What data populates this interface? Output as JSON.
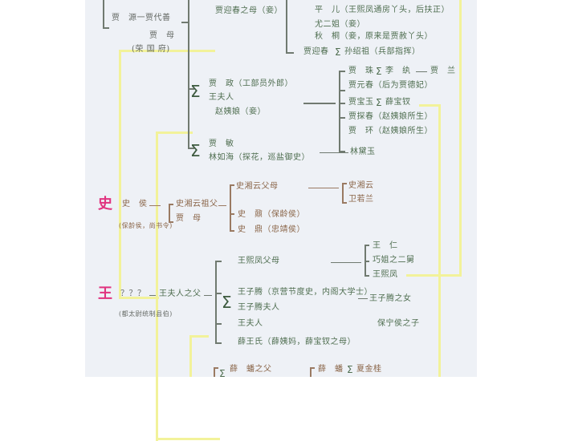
{
  "diagram": {
    "title_hidden": "",
    "families": {
      "shi": {
        "label": "史"
      },
      "wang": {
        "label": "王"
      }
    },
    "jia_top": {
      "jia_yuan": "贾　源一贾代善",
      "jia_mu": "贾　母",
      "jia_mu_note": "(荣 国 府)",
      "yingchun_mother": "贾迎春之母（妾）",
      "ping_er": "平　儿（王熙凤通房丫头，后扶正）",
      "you_erjie": "尤二姐（妾）",
      "qiu_tong": "秋　桐（妾，原来是贾赦丫头）",
      "jia_yingchun": "贾迎春",
      "sun_shaozu": "孙绍祖（兵部指挥）"
    },
    "jia_zheng_branch": {
      "jia_zheng": "贾　政（工部员外郎）",
      "lady_wang": "王夫人",
      "concubine_zhao": "赵姨娘（妾）",
      "children": [
        "贾　珠",
        "贾元春（后为贾德妃）",
        "贾宝玉",
        "贾探春（赵姨娘所生）",
        "贾　环（赵姨娘所生）"
      ],
      "li_wan": "李　纨",
      "jia_lan": "贾　兰",
      "xue_baochai": "薛宝钗"
    },
    "jia_min_branch": {
      "jia_min": "贾　敏",
      "lin_ruhai": "林如海（探花，巡盐御史）",
      "lin_daiyu": "林黛玉"
    },
    "shi_family": {
      "shi_hou": "史　侯",
      "shi_hou_note": "(保龄侯，尚书令)",
      "xiangyun_grandfather": "史湘云祖父",
      "jia_mu": "贾　母",
      "xiangyun_parents": "史湘云父母",
      "shi_ding": "史　鼎（忠靖侯）",
      "shi_nai": "史　鼐（保龄侯）",
      "shi_xiangyun": "史湘云",
      "wei_ruolan": "卫若兰"
    },
    "wang_family": {
      "unknown": "？？？",
      "lady_wang_father": "王夫人之父",
      "note": "(都太尉统制县伯)",
      "xifeng_parents": "王熙凤父母",
      "wang_ren": "王　仁",
      "qiaojie_uncle": "巧姐之二舅",
      "wang_xifeng": "王熙凤",
      "wang_ziteng": "王子腾（京营节度史，内阁大学士）",
      "wang_ziteng_wife": "王子腾夫人",
      "wang_ziteng_daughter": "王子腾之女",
      "lady_wang": "王夫人",
      "baoning_son": "保宁侯之子",
      "aunt_xue": "薛王氏（薛姨妈，薛宝钗之母）"
    },
    "xue_family": {
      "xue_pan_father": "薛　蟠之父",
      "xue_pan": "薛　蟠",
      "xia_jingui": "夏金桂"
    },
    "marriage_symbol": "Σ",
    "colors": {
      "panel_bg": "#eef1f6",
      "jia_text": "#4f6e50",
      "shi_text": "#8a6548",
      "family_label": "#e0337f",
      "link_line": "#f2f29a"
    }
  }
}
